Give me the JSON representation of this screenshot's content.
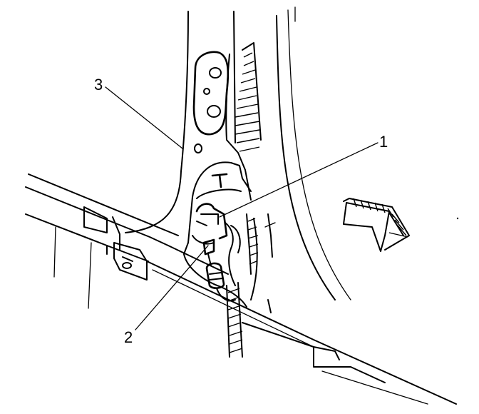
{
  "callouts": [
    {
      "id": "1",
      "label": "1"
    },
    {
      "id": "2",
      "label": "2"
    },
    {
      "id": "3",
      "label": "3"
    }
  ],
  "arrow": {
    "meaning": "vehicle-front-direction"
  },
  "colors": {
    "ink": "#000000",
    "background": "#ffffff"
  }
}
